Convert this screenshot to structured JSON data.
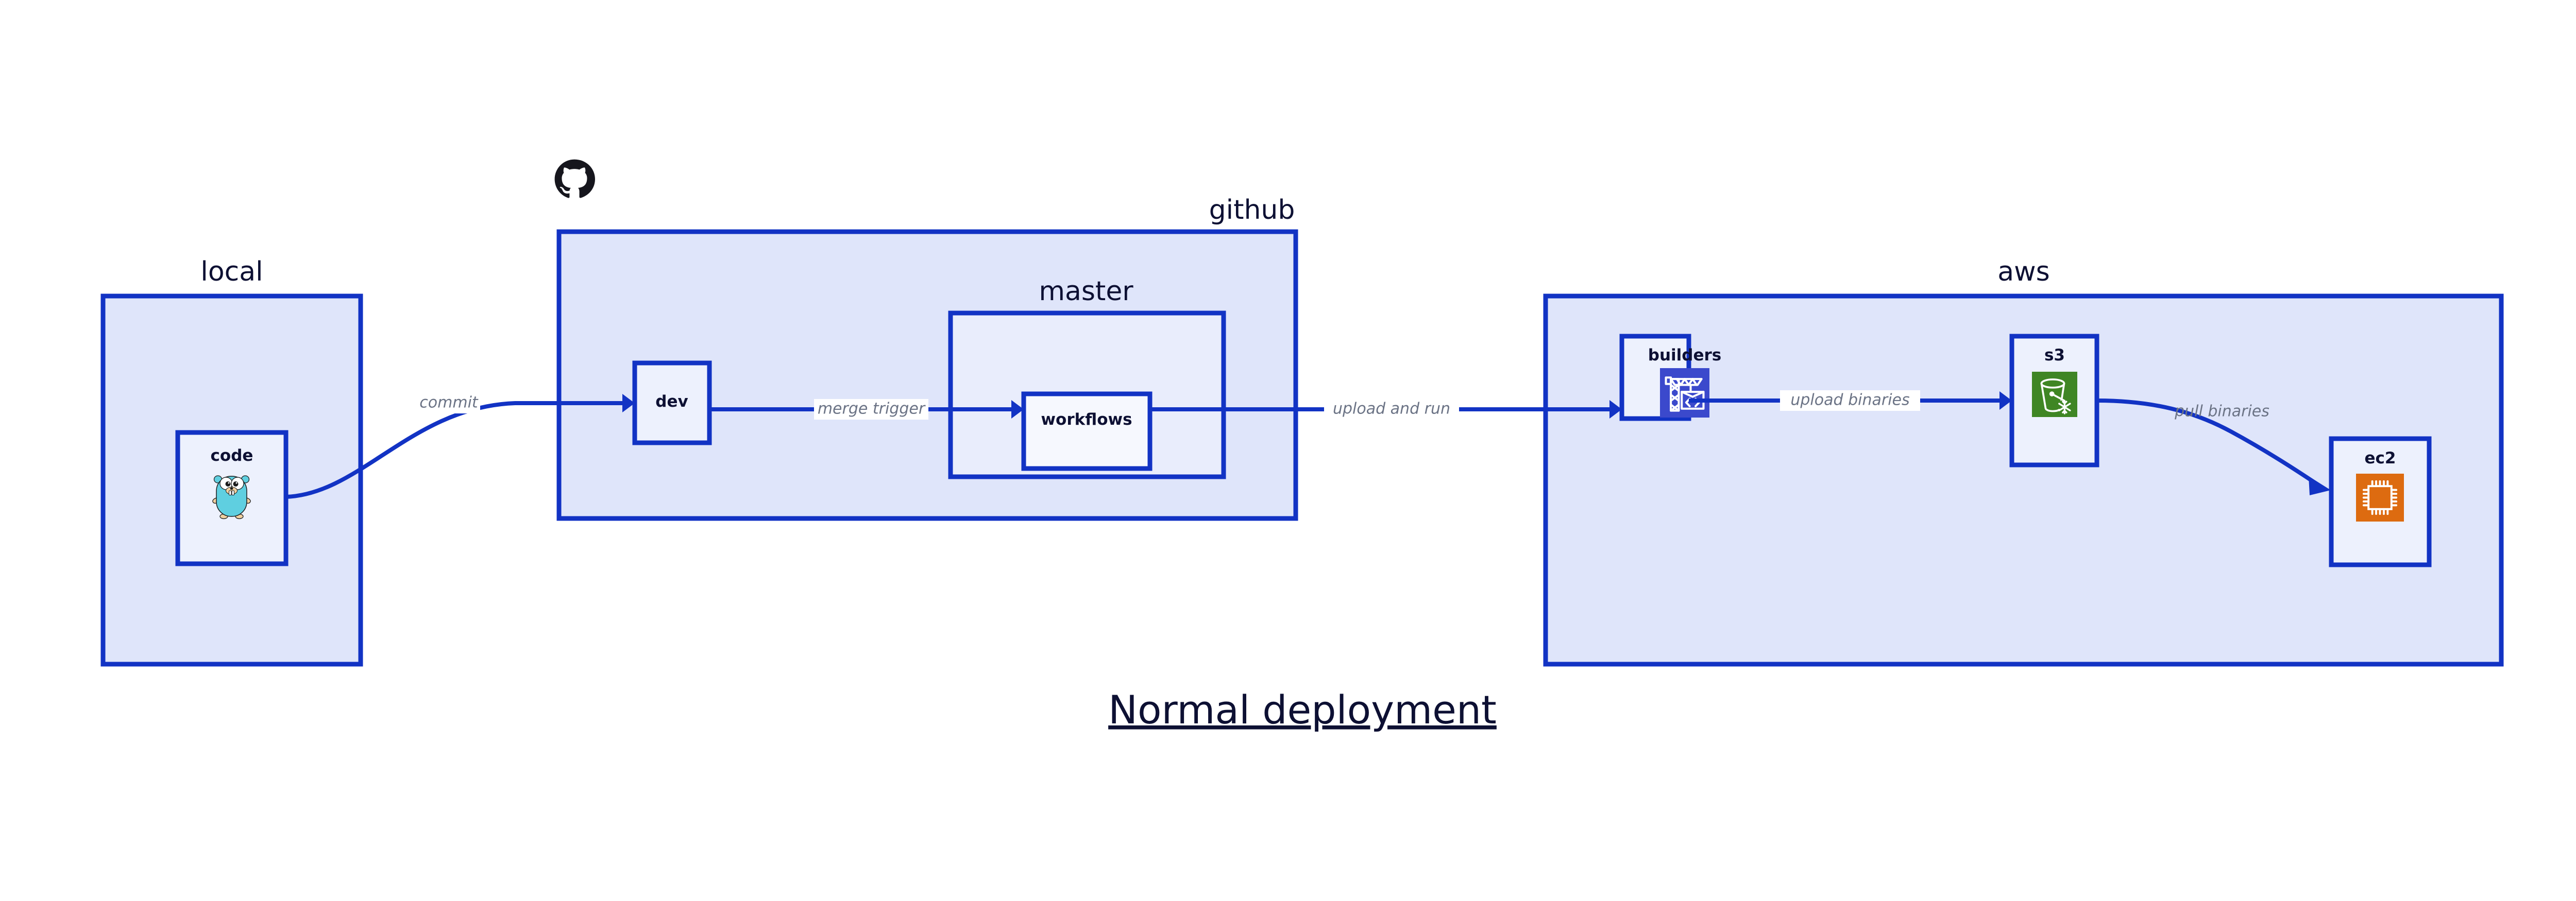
{
  "title": "Normal deployment",
  "groups": [
    {
      "id": "local",
      "label": "local"
    },
    {
      "id": "github",
      "label": "github"
    },
    {
      "id": "master",
      "label": "master"
    },
    {
      "id": "aws",
      "label": "aws"
    }
  ],
  "nodes": [
    {
      "id": "code",
      "label": "code",
      "icon": "go-gopher-icon",
      "group": "local"
    },
    {
      "id": "dev",
      "label": "dev",
      "icon": null,
      "group": "github"
    },
    {
      "id": "workflows",
      "label": "workflows",
      "icon": null,
      "group": "master"
    },
    {
      "id": "builders",
      "label": "builders",
      "icon": "aws-builders-icon",
      "group": "aws"
    },
    {
      "id": "s3",
      "label": "s3",
      "icon": "aws-s3-icon",
      "group": "aws"
    },
    {
      "id": "ec2",
      "label": "ec2",
      "icon": "aws-ec2-icon",
      "group": "aws"
    }
  ],
  "edges": [
    {
      "id": "commit",
      "from": "code",
      "to": "dev",
      "label": "commit"
    },
    {
      "id": "merge-trigger",
      "from": "dev",
      "to": "workflows",
      "label": "merge trigger"
    },
    {
      "id": "upload-and-run",
      "from": "workflows",
      "to": "builders",
      "label": "upload and run"
    },
    {
      "id": "upload-binaries",
      "from": "builders",
      "to": "s3",
      "label": "upload binaries"
    },
    {
      "id": "pull-binaries",
      "from": "s3",
      "to": "ec2",
      "label": "pull binaries"
    }
  ],
  "logos": [
    {
      "id": "github-octocat",
      "name": "github-octocat-icon"
    }
  ],
  "colors": {
    "group_fill": "#dfe5fa",
    "group_fill_nested": "#e9edfc",
    "node_fill": "#edf1fd",
    "border": "#1233c4",
    "edge": "#1233c4",
    "edge_label": "#6b7385",
    "text": "#0d1033",
    "octocat": "#16161d",
    "gopher_body": "#5fcfe0",
    "gopher_outline": "#1a1a1a",
    "gopher_limb": "#f0d0a0",
    "aws_builders": "#3b49cc",
    "aws_s3": "#3f8624",
    "aws_ec2": "#dd6b10",
    "icon_glyph": "#ffffff",
    "background": "#ffffff"
  }
}
